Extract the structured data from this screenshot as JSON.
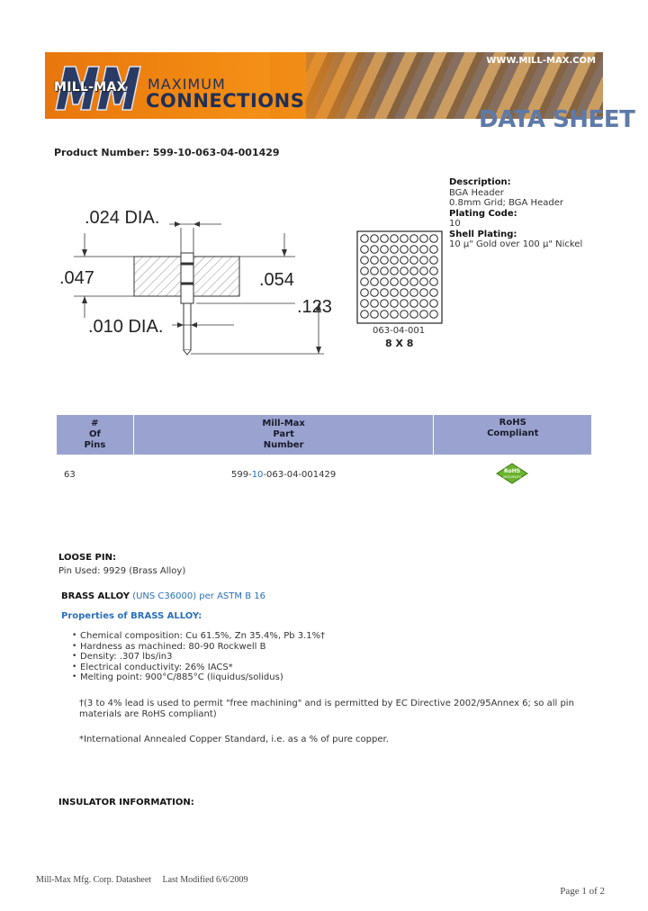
{
  "banner": {
    "logo": "MILL-MAX",
    "tag1": "MAXIMUM",
    "tag2": "CONNECTIONS",
    "url": "WWW.MILL-MAX.COM",
    "colors": {
      "orange": "#f28a12",
      "navy": "#1f2f57"
    }
  },
  "page_title": "DATA SHEET",
  "product_number": "Product Number: 599-10-063-04-001429",
  "drawing": {
    "dim_024": ".024 DIA.",
    "dim_047": ".047",
    "dim_054": ".054",
    "dim_123": ".123",
    "dim_010": ".010 DIA."
  },
  "grid": {
    "label": "063-04-001",
    "size": "8 X 8",
    "rows": 8,
    "cols": 8
  },
  "info": {
    "description_label": "Description:",
    "description_1": "BGA Header",
    "description_2": "0.8mm Grid; BGA Header",
    "plating_label": "Plating Code:",
    "plating_value": "10",
    "shell_label": "Shell Plating:",
    "shell_value": "10 µ\" Gold over 100 µ\" Nickel"
  },
  "table": {
    "headers": [
      [
        "#",
        "Of",
        "Pins"
      ],
      [
        "Mill-Max",
        "Part",
        "Number"
      ],
      [
        "RoHS",
        "Compliant"
      ]
    ],
    "row": {
      "pins": "63",
      "part_prefix": "599-",
      "part_code": "10",
      "part_suffix": "-063-04-001429",
      "rohs_badge": "RoHS",
      "rohs_sub": "2002/95/EC"
    },
    "header_color": "#9aa3cf"
  },
  "loose_pin": {
    "heading": "LOOSE PIN:",
    "pin_used": "Pin Used: 9929 (Brass Alloy)"
  },
  "brass": {
    "heading": "BRASS ALLOY",
    "spec": "(UNS C36000) per ASTM B 16",
    "props_heading": "Properties of BRASS ALLOY:",
    "props": [
      "Chemical composition: Cu 61.5%, Zn 35.4%, Pb 3.1%†",
      "Hardness as machined: 80-90 Rockwell B",
      "Density: .307 lbs/in3",
      "Electrical conductivity: 26% IACS*",
      "Melting point: 900°C/885°C (liquidus/solidus)"
    ],
    "note_1": "†(3 to 4% lead is used to permit \"free machining\" and is permitted by EC Directive 2002/95Annex 6; so all pin materials are RoHS compliant)",
    "note_2": "*International Annealed Copper Standard, i.e. as a % of pure copper."
  },
  "insulator": {
    "heading": "INSULATOR INFORMATION:"
  },
  "footer": {
    "left": "Mill-Max Mfg. Corp. Datasheet     Last Modified 6/6/2009",
    "right": "Page 1 of 2"
  }
}
